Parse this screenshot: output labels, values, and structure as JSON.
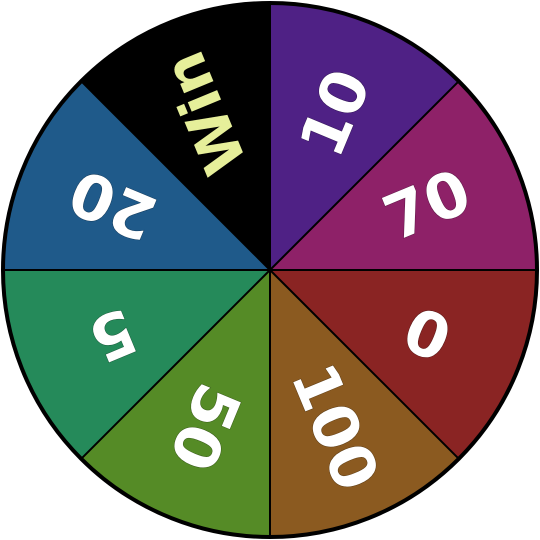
{
  "wheel": {
    "outline_color": "#000000",
    "segments": [
      {
        "label": "10",
        "color": "#4f2185",
        "text_color": "#ffffff"
      },
      {
        "label": "70",
        "color": "#8e2168",
        "text_color": "#ffffff"
      },
      {
        "label": "0",
        "color": "#8a2423",
        "text_color": "#ffffff"
      },
      {
        "label": "100",
        "color": "#8b5a20",
        "text_color": "#ffffff"
      },
      {
        "label": "50",
        "color": "#558b26",
        "text_color": "#ffffff"
      },
      {
        "label": "5",
        "color": "#258a5a",
        "text_color": "#ffffff"
      },
      {
        "label": "20",
        "color": "#1f5a8a",
        "text_color": "#ffffff"
      },
      {
        "label": "Win",
        "color": "#000000",
        "text_color": "#e6ef9a"
      }
    ]
  }
}
